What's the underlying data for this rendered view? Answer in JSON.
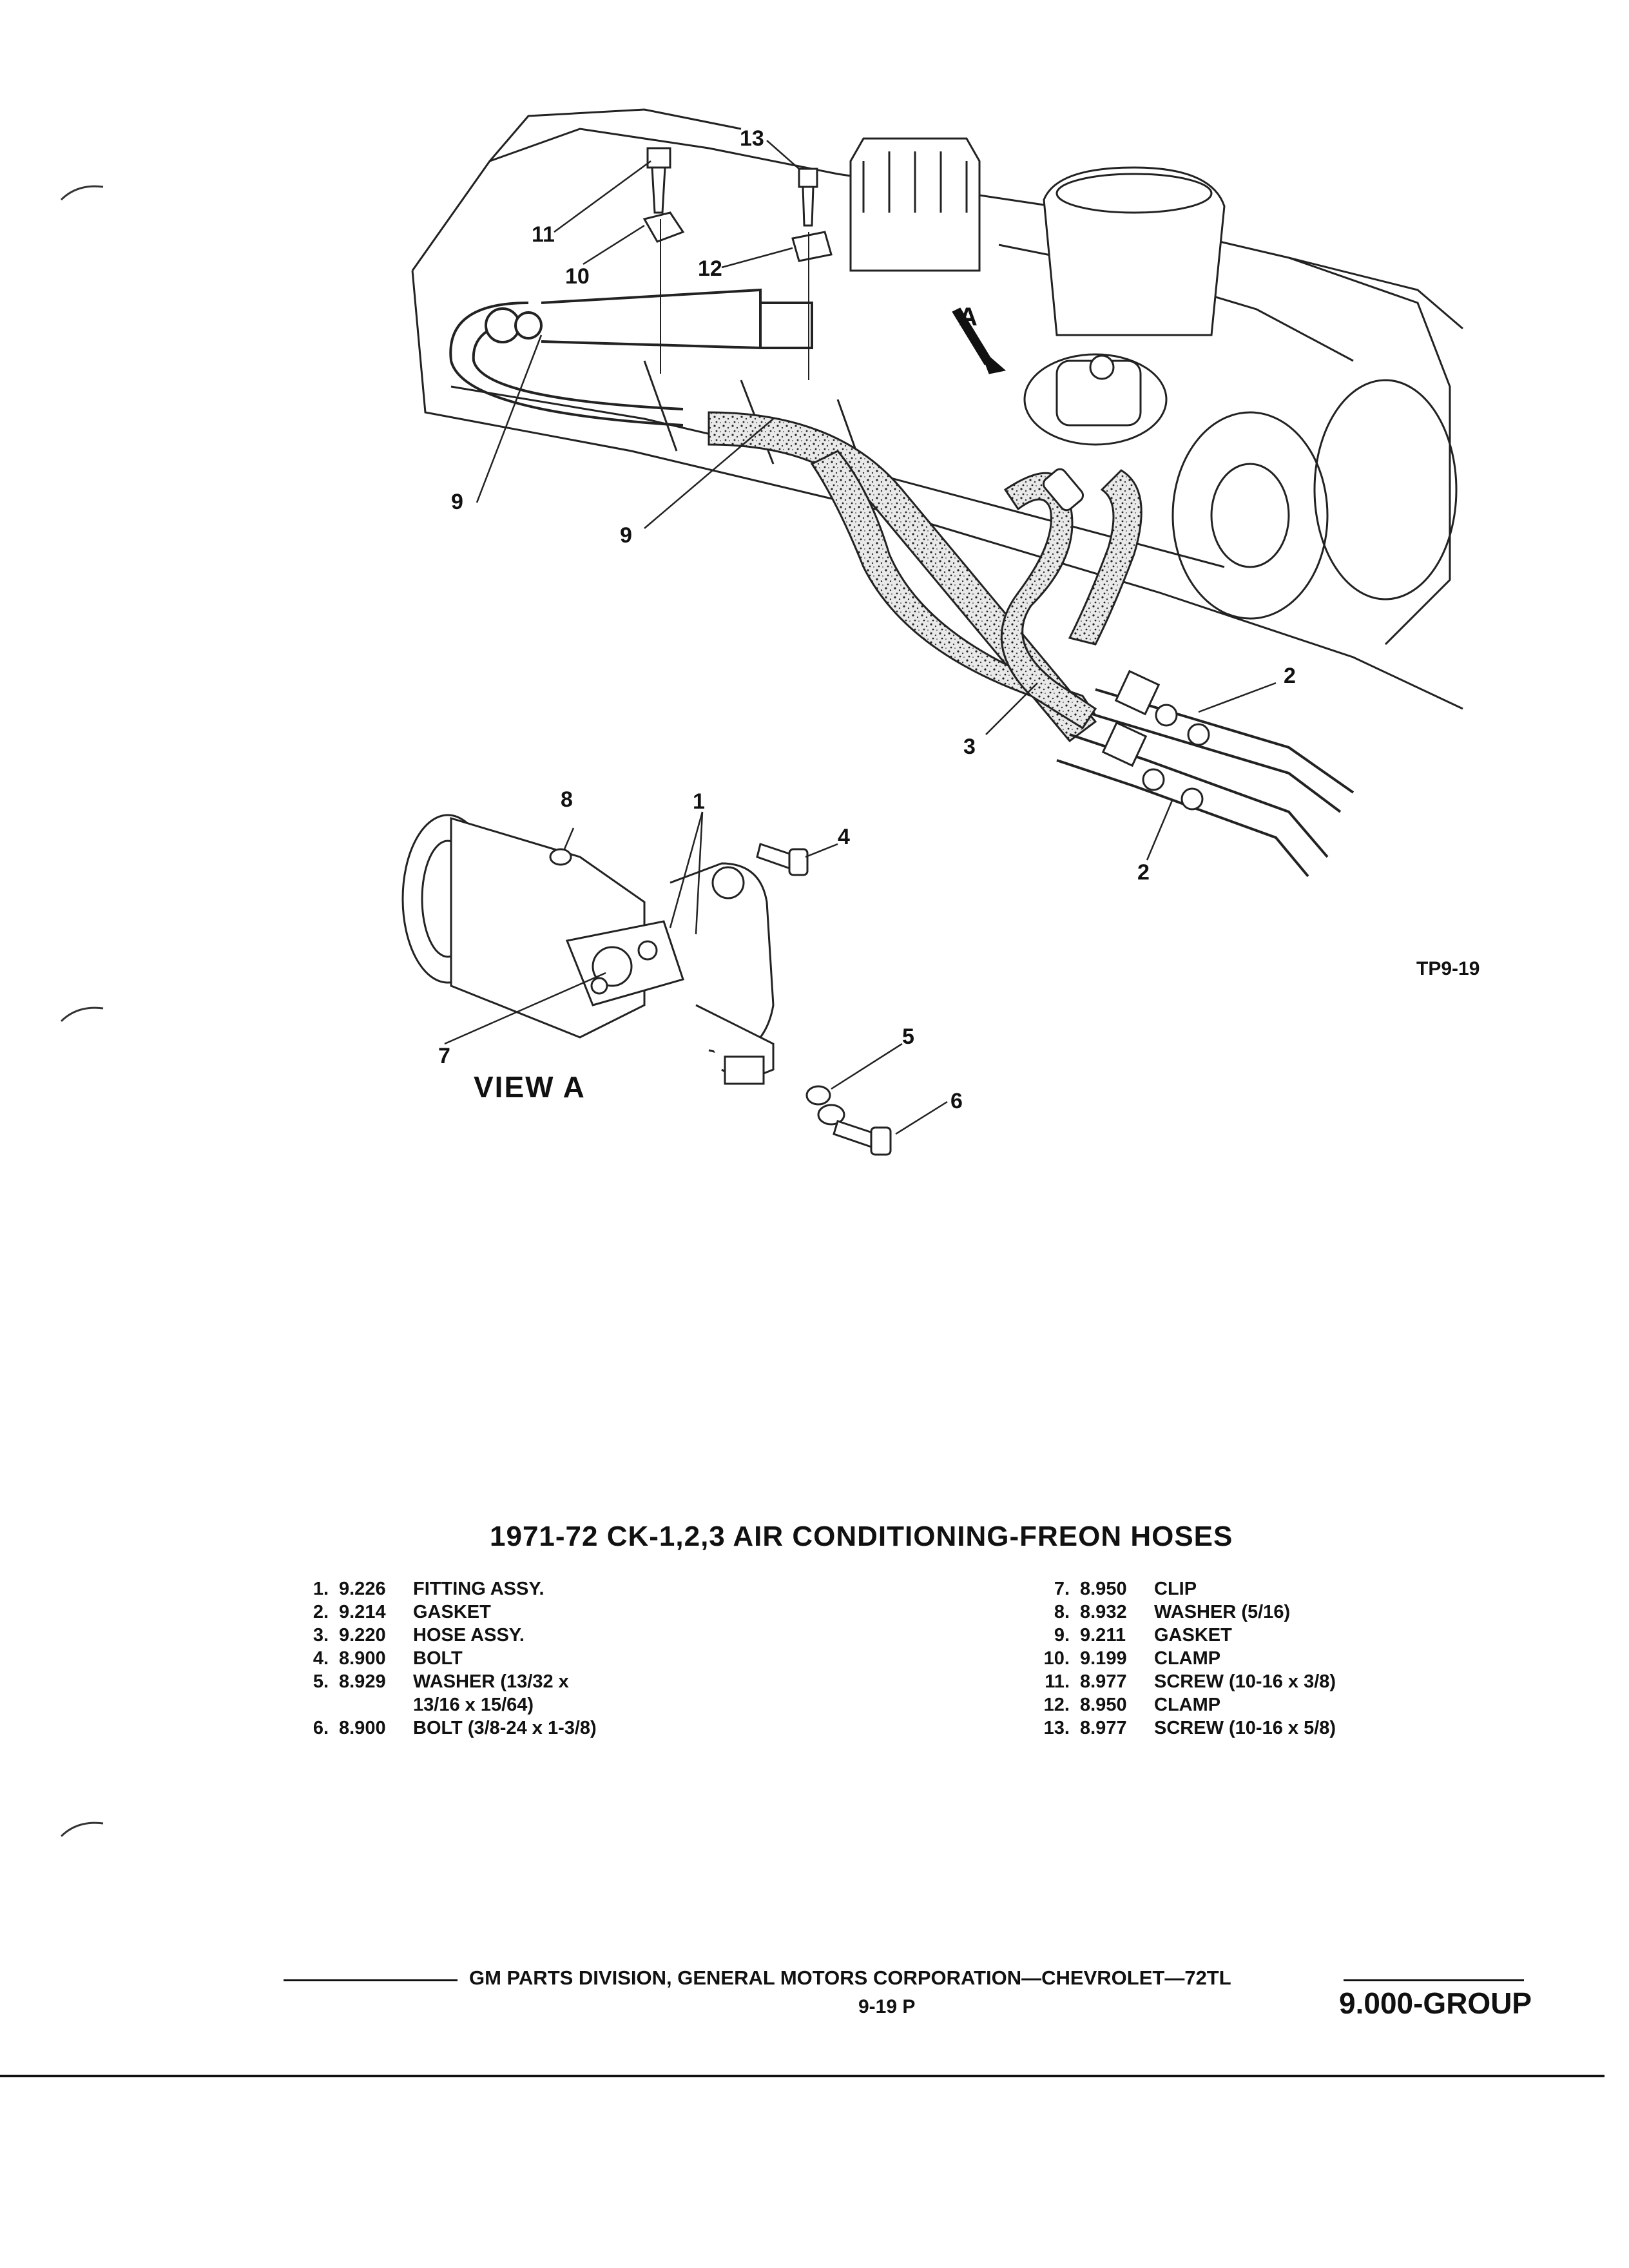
{
  "diagram": {
    "code": "TP9-19",
    "view_label": "VIEW A",
    "section_marker": "A",
    "callouts": [
      "13",
      "11",
      "10",
      "12",
      "9",
      "9",
      "2",
      "3",
      "2",
      "8",
      "1",
      "4",
      "7",
      "5",
      "6"
    ]
  },
  "title": "1971-72  CK-1,2,3  AIR  CONDITIONING-FREON  HOSES",
  "parts_left": [
    {
      "num": "1.",
      "code": "9.226",
      "desc": "FITTING ASSY."
    },
    {
      "num": "2.",
      "code": "9.214",
      "desc": "GASKET"
    },
    {
      "num": "3.",
      "code": "9.220",
      "desc": "HOSE ASSY."
    },
    {
      "num": "4.",
      "code": "8.900",
      "desc": "BOLT"
    },
    {
      "num": "5.",
      "code": "8.929",
      "desc": "WASHER (13/32 x"
    },
    {
      "num": "6.",
      "code": "8.900",
      "desc": "BOLT (3/8-24 x 1-3/8)"
    }
  ],
  "part5_continuation": "13/16 x 15/64)",
  "parts_right": [
    {
      "num": "7.",
      "code": "8.950",
      "desc": "CLIP"
    },
    {
      "num": "8.",
      "code": "8.932",
      "desc": "WASHER (5/16)"
    },
    {
      "num": "9.",
      "code": "9.211",
      "desc": "GASKET"
    },
    {
      "num": "10.",
      "code": "9.199",
      "desc": "CLAMP"
    },
    {
      "num": "11.",
      "code": "8.977",
      "desc": "SCREW (10-16 x 3/8)"
    },
    {
      "num": "12.",
      "code": "8.950",
      "desc": "CLAMP"
    },
    {
      "num": "13.",
      "code": "8.977",
      "desc": "SCREW (10-16 x 5/8)"
    }
  ],
  "footer": {
    "publisher": "GM PARTS DIVISION,  GENERAL MOTORS CORPORATION—CHEVROLET—72TL",
    "page": "9-19  P",
    "group": "9.000-GROUP"
  }
}
